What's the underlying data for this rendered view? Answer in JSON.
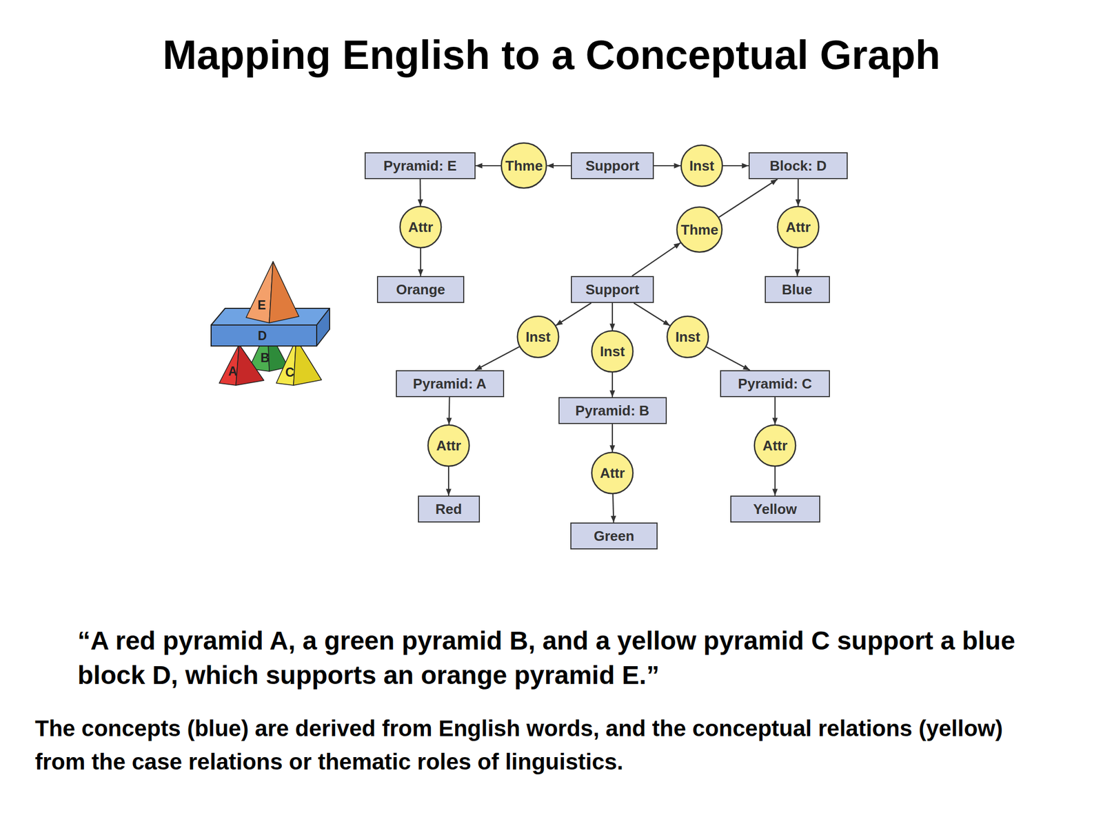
{
  "diagram": {
    "title": "Mapping English to a Conceptual Graph",
    "caption": "“A red pyramid A, a green pyramid B, and a yellow pyramid C support a blue block D, which supports an orange pyramid E.”",
    "nodes": [
      {
        "text": [
          "Pyramid: E"
        ]
      },
      {
        "text": [
          "Thme"
        ]
      },
      {
        "text": [
          "Support"
        ]
      },
      {
        "text": [
          "Inst"
        ]
      },
      {
        "text": [
          "Block: D"
        ]
      },
      {
        "text": [
          "Attr"
        ]
      },
      {
        "text": [
          "Thme"
        ]
      },
      {
        "text": [
          "Attr"
        ]
      },
      {
        "text": [
          "Orange"
        ]
      },
      {
        "text": [
          "Support"
        ]
      },
      {
        "text": [
          "Blue"
        ]
      },
      {
        "text": [
          "Inst"
        ]
      },
      {
        "text": [
          "Inst"
        ]
      },
      {
        "text": [
          "Inst"
        ]
      },
      {
        "text": [
          "Pyramid: A"
        ]
      },
      {
        "text": [
          "Pyramid: B"
        ]
      },
      {
        "text": [
          "Pyramid: C"
        ]
      },
      {
        "text": [
          "Attr"
        ]
      },
      {
        "text": [
          "Attr"
        ]
      },
      {
        "text": [
          "Attr"
        ]
      },
      {
        "text": [
          "Red"
        ]
      },
      {
        "text": [
          "Green"
        ]
      },
      {
        "text": [
          "Yellow"
        ]
      }
    ],
    "edges": [
      {
        "from": 2,
        "to": 1,
        "arrow": "to"
      },
      {
        "from": 1,
        "to": 0,
        "arrow": "to"
      },
      {
        "from": 2,
        "to": 3,
        "arrow": "to"
      },
      {
        "from": 3,
        "to": 4,
        "arrow": "to"
      },
      {
        "from": 0,
        "to": 5,
        "arrow": "to"
      },
      {
        "from": 5,
        "to": 8,
        "arrow": "to"
      },
      {
        "from": 4,
        "to": 7,
        "arrow": "to"
      },
      {
        "from": 7,
        "to": 10,
        "arrow": "to"
      },
      {
        "from": 9,
        "to": 6,
        "arrow": "to"
      },
      {
        "from": 6,
        "to": 4,
        "arrow": "to"
      },
      {
        "from": 9,
        "to": 11,
        "arrow": "to"
      },
      {
        "from": 11,
        "to": 14,
        "arrow": "to"
      },
      {
        "from": 9,
        "to": 12,
        "arrow": "to"
      },
      {
        "from": 12,
        "to": 15,
        "arrow": "to"
      },
      {
        "from": 9,
        "to": 13,
        "arrow": "to"
      },
      {
        "from": 13,
        "to": 16,
        "arrow": "to"
      },
      {
        "from": 14,
        "to": 17,
        "arrow": "to"
      },
      {
        "from": 17,
        "to": 20,
        "arrow": "to"
      },
      {
        "from": 15,
        "to": 18,
        "arrow": "to"
      },
      {
        "from": 18,
        "to": 21,
        "arrow": "to"
      },
      {
        "from": 16,
        "to": 19,
        "arrow": "to"
      },
      {
        "from": 19,
        "to": 22,
        "arrow": "to"
      }
    ],
    "labels": [
      "E",
      "D",
      "B",
      "A",
      "C",
      "The concepts (blue) are derived from English words, and the conceptual relations (yellow) from the case relations or thematic roles of linguistics."
    ]
  }
}
